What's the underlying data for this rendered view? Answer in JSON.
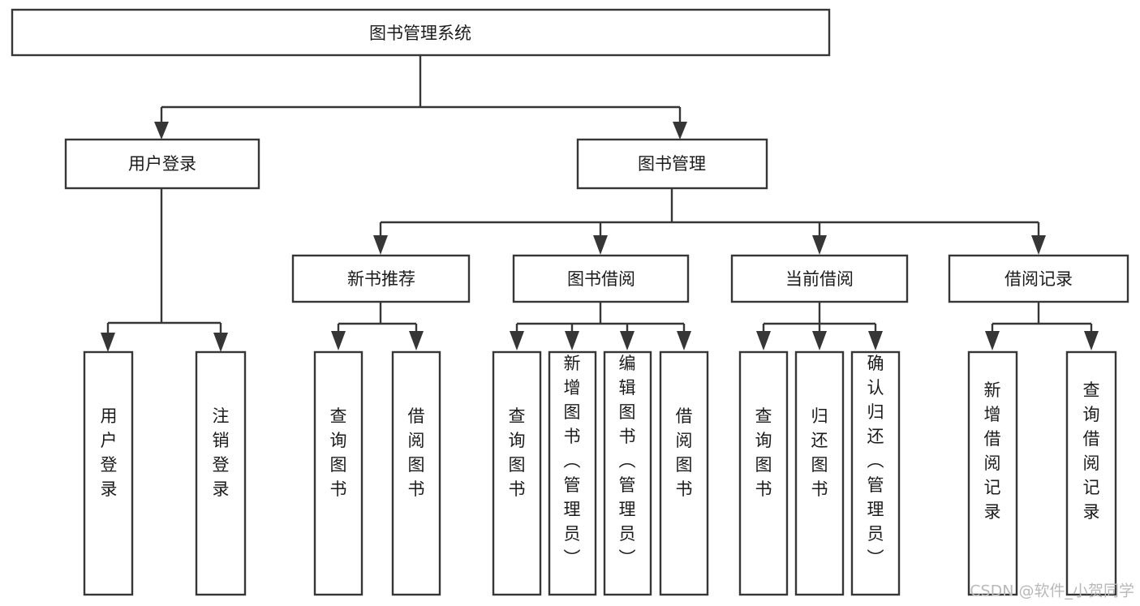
{
  "diagram": {
    "kind": "functional-structure-tree",
    "title": "图书管理系统",
    "colors": {
      "background": "#ffffff",
      "box_fill": "#ffffff",
      "stroke": "#363636",
      "text": "#1b1b1b",
      "watermark": "#b9b9b9"
    },
    "root": {
      "label": "图书管理系统"
    },
    "level2": [
      {
        "label": "用户登录"
      },
      {
        "label": "图书管理"
      }
    ],
    "level3": [
      {
        "label": "新书推荐"
      },
      {
        "label": "图书借阅"
      },
      {
        "label": "当前借阅"
      },
      {
        "label": "借阅记录"
      }
    ],
    "leaves": {
      "user_login": [
        {
          "label": "用户登录"
        },
        {
          "label": "注销登录"
        }
      ],
      "new_book_recommend": [
        {
          "label": "查询图书"
        },
        {
          "label": "借阅图书"
        }
      ],
      "book_borrow": [
        {
          "label": "查询图书"
        },
        {
          "label": "新增图书（管理员）"
        },
        {
          "label": "编辑图书（管理员）"
        },
        {
          "label": "借阅图书"
        }
      ],
      "current_borrow": [
        {
          "label": "查询图书"
        },
        {
          "label": "归还图书"
        },
        {
          "label": "确认归还（管理员）"
        }
      ],
      "borrow_record": [
        {
          "label": "新增借阅记录"
        },
        {
          "label": "查询借阅记录"
        }
      ]
    },
    "watermark": {
      "text": "CSDN @软件_小贺同学"
    }
  }
}
